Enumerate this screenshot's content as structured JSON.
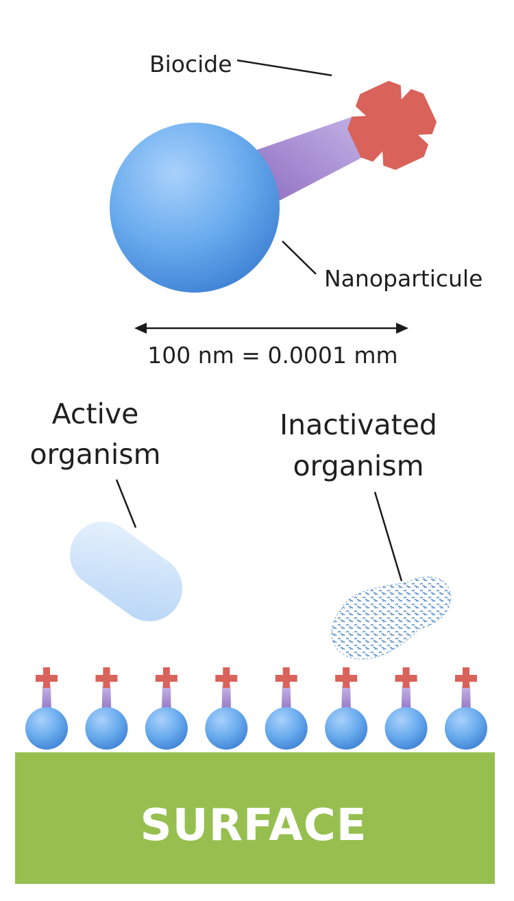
{
  "labels": {
    "biocide": "Biocide",
    "nanoparticule": "Nanoparticule",
    "scale": "100 nm = 0.0001 mm",
    "active_line1": "Active",
    "active_line2": "organism",
    "inactivated_line1": "Inactivated",
    "inactivated_line2": "organism",
    "surface": "SURFACE"
  },
  "colors": {
    "nanoparticle": "#5a9ee6",
    "linker": "#9a7ac8",
    "biocide": "#d9625a",
    "surface": "#96bf4f",
    "active_organism": "#c9e0f8",
    "inactivated_organism": "#4d86c4"
  },
  "surface_particle_count": 8
}
